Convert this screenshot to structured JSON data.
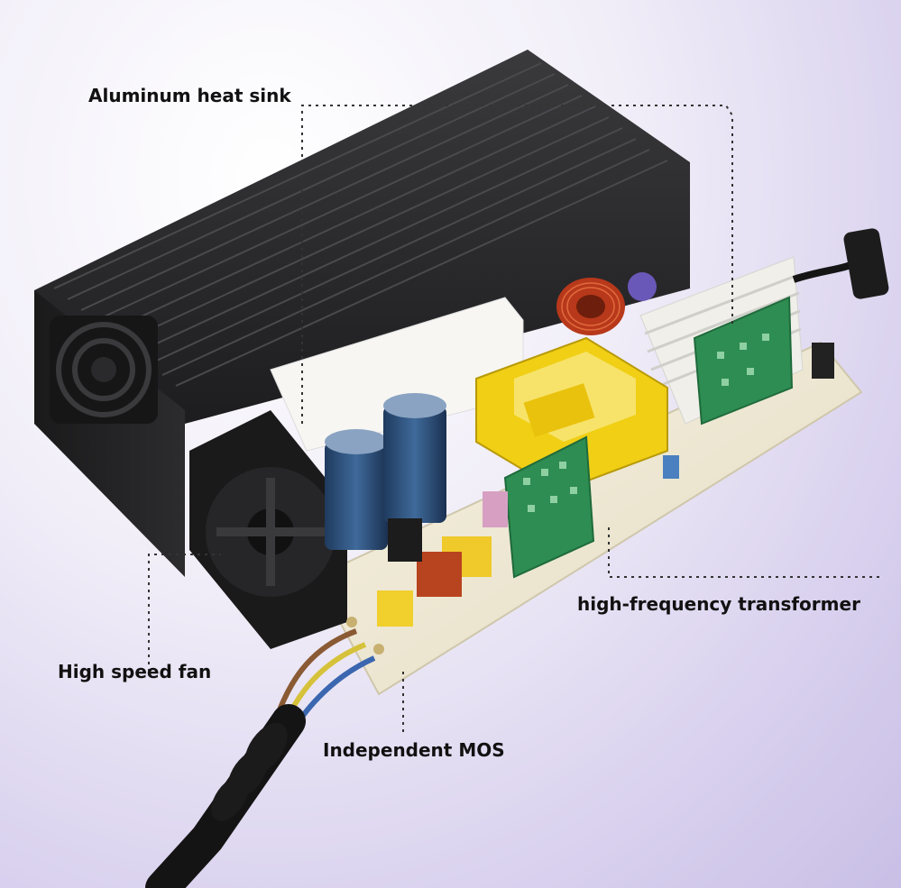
{
  "labels": {
    "heat_sink": "Aluminum heat sink",
    "transformer": "high-frequency transformer",
    "fan": "High speed fan",
    "mos": "Independent MOS"
  },
  "colors": {
    "background_light": "#f1eef8",
    "background_purple": "#c9bfe6",
    "heat_sink": "#2a2a2c",
    "pcb": "#efe9d6",
    "daughter_board": "#2f8f53",
    "transformer_core": "#f2d21a",
    "capacitor": "#2b4a73",
    "copper_coil": "#c2401d",
    "callout_line": "#333333"
  }
}
